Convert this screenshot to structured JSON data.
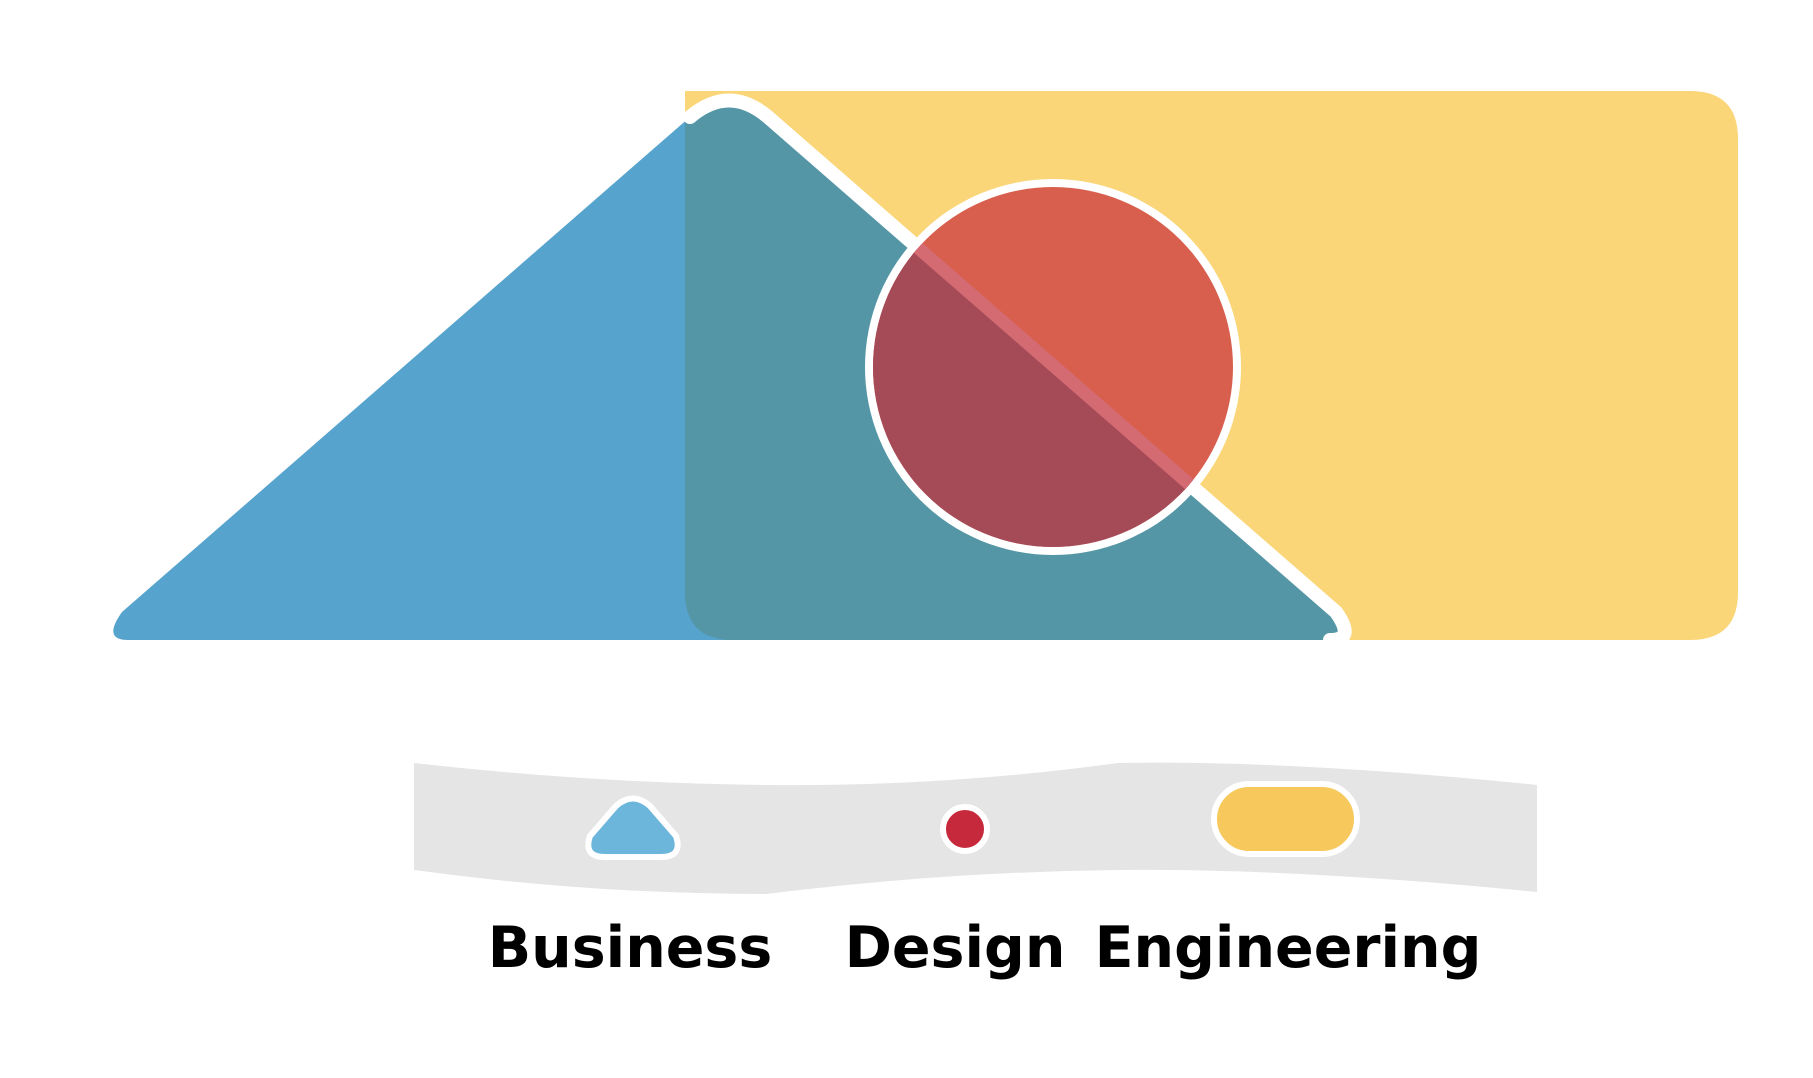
{
  "legend": {
    "items": [
      {
        "id": "business",
        "label": "Business",
        "shape": "triangle",
        "color": "#6cb6dc"
      },
      {
        "id": "design",
        "label": "Design",
        "shape": "circle",
        "color": "#c6293b"
      },
      {
        "id": "engineering",
        "label": "Engineering",
        "shape": "rounded-rectangle",
        "color": "#f7c95c"
      }
    ]
  },
  "colors": {
    "business": "#56a3ce",
    "engineering": "#fad679",
    "business_engineering_overlap": "#5496a5",
    "design_engineering_overlap": "#d85f4d",
    "design_business_engineering_overlap": "#a54b58",
    "divider": "#ffffff",
    "legend_band": "#e5e5e5"
  }
}
